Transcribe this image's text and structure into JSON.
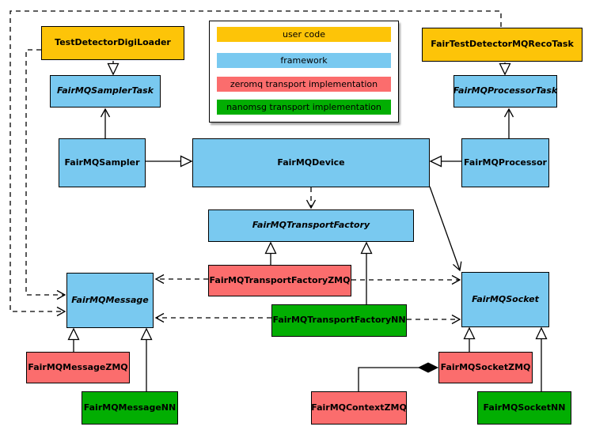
{
  "colors": {
    "user_code": "#FDC408",
    "framework": "#79C9F0",
    "zeromq_impl": "#FB6D6D",
    "nanomsg_impl": "#02AE02",
    "line": "#000000",
    "background": "#ffffff"
  },
  "legend": {
    "items": [
      {
        "label": "user code",
        "color": "#FDC408"
      },
      {
        "label": "framework",
        "color": "#79C9F0"
      },
      {
        "label": "zeromq transport implementation",
        "color": "#FB6D6D"
      },
      {
        "label": "nanomsg transport implementation",
        "color": "#02AE02"
      }
    ]
  },
  "nodes": {
    "digiLoader": {
      "label": "TestDetectorDigiLoader"
    },
    "recoTask": {
      "label": "FairTestDetectorMQRecoTask"
    },
    "samplerTask": {
      "label": "FairMQSamplerTask"
    },
    "processorTask": {
      "label": "FairMQProcessorTask"
    },
    "sampler": {
      "label": "FairMQSampler"
    },
    "device": {
      "label": "FairMQDevice"
    },
    "processor": {
      "label": "FairMQProcessor"
    },
    "transportFactory": {
      "label": "FairMQTransportFactory"
    },
    "transportFactoryZMQ": {
      "label": "FairMQTransportFactoryZMQ"
    },
    "transportFactoryNN": {
      "label": "FairMQTransportFactoryNN"
    },
    "message": {
      "label": "FairMQMessage"
    },
    "socket": {
      "label": "FairMQSocket"
    },
    "messageZMQ": {
      "label": "FairMQMessageZMQ"
    },
    "messageNN": {
      "label": "FairMQMessageNN"
    },
    "contextZMQ": {
      "label": "FairMQContextZMQ"
    },
    "socketZMQ": {
      "label": "FairMQSocketZMQ"
    },
    "socketNN": {
      "label": "FairMQSocketNN"
    }
  }
}
